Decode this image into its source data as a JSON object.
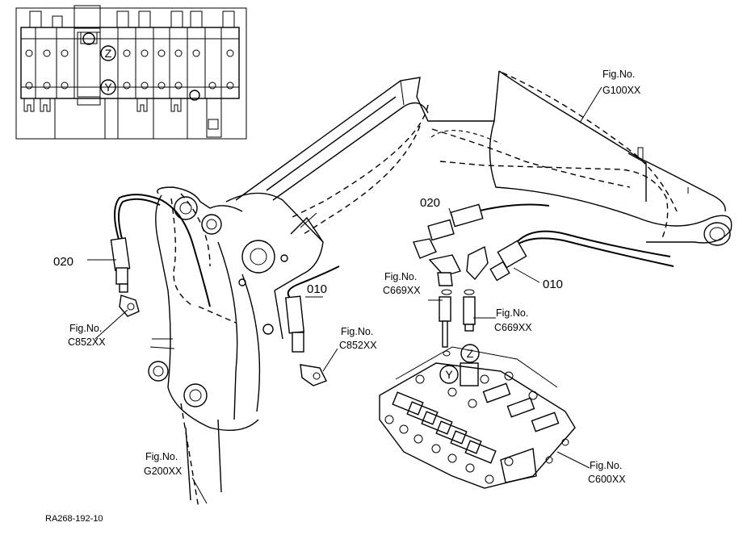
{
  "inset": {
    "markers": {
      "z": "Z",
      "y": "Y"
    }
  },
  "callouts": {
    "g100": {
      "line1": "Fig.No.",
      "line2": "G100XX"
    },
    "c852_left": {
      "line1": "Fig.No.",
      "line2": "C852XX"
    },
    "c852_mid": {
      "line1": "Fig.No.",
      "line2": "C852XX"
    },
    "c669_left": {
      "line1": "Fig.No.",
      "line2": "C669XX"
    },
    "c669_right": {
      "line1": "Fig.No.",
      "line2": "C669XX"
    },
    "g200": {
      "line1": "Fig.No.",
      "line2": "G200XX"
    },
    "c600": {
      "line1": "Fig.No.",
      "line2": "C600XX"
    }
  },
  "parts": {
    "p020_left": "020",
    "p020_top": "020",
    "p010_mid": "010",
    "p010_right": "010"
  },
  "valve_markers": {
    "z": "Z",
    "y": "Y"
  },
  "drawing_code": "RA268-192-10"
}
